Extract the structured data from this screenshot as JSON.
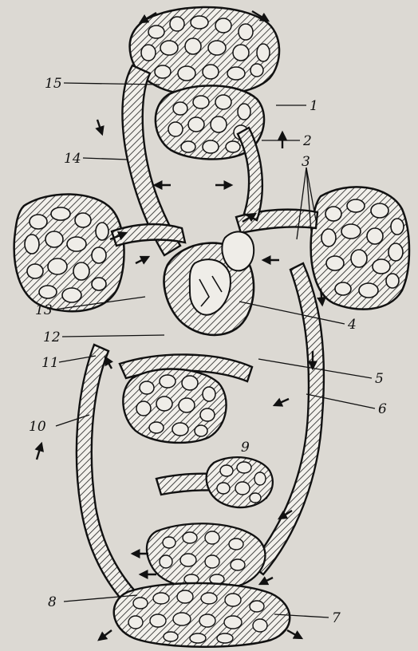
{
  "labels": {
    "l1": "1",
    "l2": "2",
    "l3": "3",
    "l4": "4",
    "l5": "5",
    "l6": "6",
    "l7": "7",
    "l8": "8",
    "l9": "9",
    "l10": "10",
    "l11": "11",
    "l12": "12",
    "l13": "13",
    "l14": "14",
    "l15": "15"
  },
  "colors": {
    "ink": "#151515",
    "paper": "#dcd9d3",
    "organ_fill": "#efede8"
  }
}
